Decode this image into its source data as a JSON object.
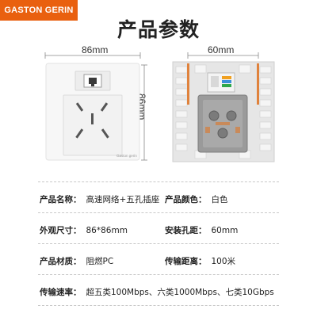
{
  "brand": {
    "name": "GASTON GERIN"
  },
  "title": "产品参数",
  "front": {
    "width_label": "86mm",
    "height_label": "86mm",
    "plate_text": "Gaston gerin"
  },
  "back": {
    "width_label": "60mm"
  },
  "specs": [
    [
      {
        "label": "产品名称：",
        "value": "高速网络+五孔插座"
      },
      {
        "label": "产品颜色：",
        "value": "白色"
      }
    ],
    [
      {
        "label": "外观尺寸：",
        "value": "86*86mm"
      },
      {
        "label": "安装孔距：",
        "value": "60mm"
      }
    ],
    [
      {
        "label": "产品材质：",
        "value": "阻燃PC"
      },
      {
        "label": "传输距离：",
        "value": "100米"
      }
    ],
    [
      {
        "label": "传输速率：",
        "value": "超五类100Mbps、六类1000Mbps、七类10Gbps"
      }
    ]
  ],
  "colors": {
    "brand": "#e9600f",
    "plate": "#f7f7f7",
    "back_frame": "#e6e6e6",
    "back_module": "#9a9a9a",
    "screw": "#e0823c"
  }
}
